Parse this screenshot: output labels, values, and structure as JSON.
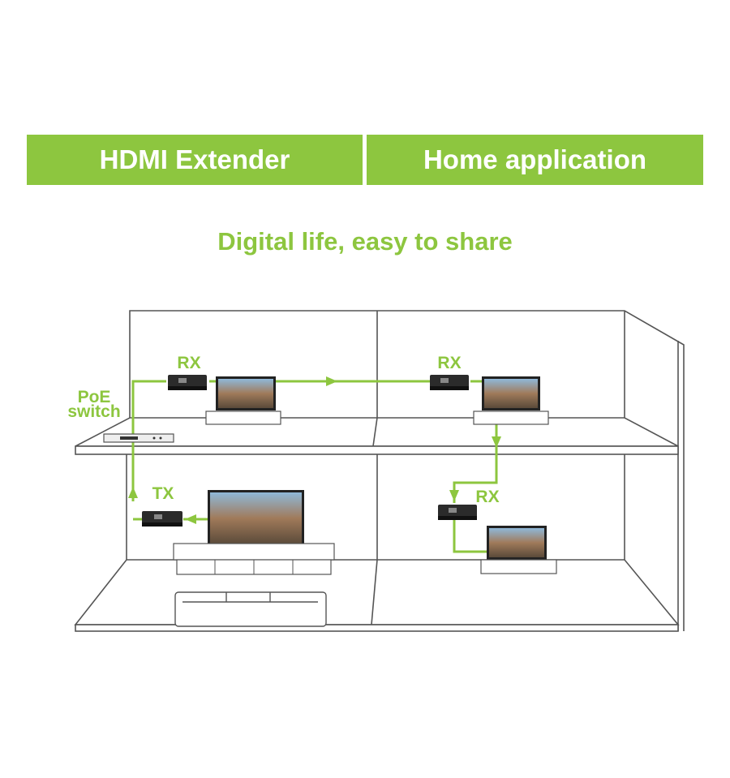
{
  "header": {
    "left_title": "HDMI Extender",
    "right_title": "Home application"
  },
  "subtitle": "Digital life, easy to share",
  "diagram": {
    "labels": {
      "rx_top_left": "RX",
      "rx_top_right": "RX",
      "rx_bottom_right": "RX",
      "tx": "TX",
      "poe_line1": "PoE",
      "poe_line2": "switch"
    }
  },
  "colors": {
    "accent": "#8dc63f",
    "line": "#555555"
  }
}
